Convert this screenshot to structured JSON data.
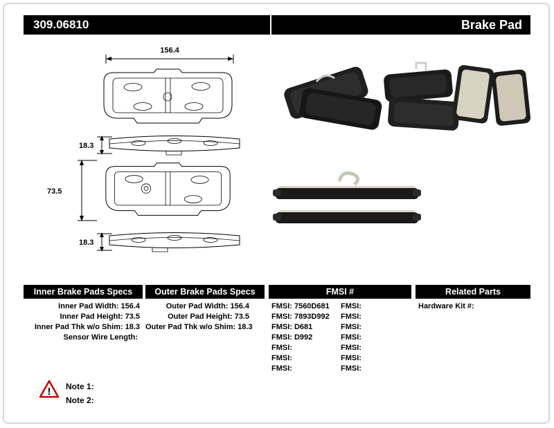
{
  "header": {
    "part_number": "309.06810",
    "product_name": "Brake Pad"
  },
  "colors": {
    "header_bg": "#000000",
    "header_text": "#ffffff",
    "warning_red": "#cc0000"
  },
  "dimensions": {
    "pad_width": "156.4",
    "pad_thickness_top": "18.3",
    "pad_height": "73.5",
    "pad_thickness_bottom": "18.3"
  },
  "specs": {
    "inner": {
      "title": "Inner Brake Pads Specs",
      "rows": [
        {
          "label": "Inner Pad Width:",
          "value": "156.4"
        },
        {
          "label": "Inner Pad Height:",
          "value": "73.5"
        },
        {
          "label": "Inner Pad Thk w/o Shim:",
          "value": "18.3"
        },
        {
          "label": "Sensor Wire Length:",
          "value": ""
        }
      ]
    },
    "outer": {
      "title": "Outer Brake Pads Specs",
      "rows": [
        {
          "label": "Outer Pad Width:",
          "value": "156.4"
        },
        {
          "label": "Outer Pad Height:",
          "value": "73.5"
        },
        {
          "label": "Outer Pad Thk w/o Shim:",
          "value": "18.3"
        }
      ]
    },
    "fmsi": {
      "title": "FMSI #",
      "rows": [
        {
          "label_left": "FMSI:",
          "value_left": "7560D681",
          "label_right": "FMSI:",
          "value_right": ""
        },
        {
          "label_left": "FMSI:",
          "value_left": "7893D992",
          "label_right": "FMSI:",
          "value_right": ""
        },
        {
          "label_left": "FMSI:",
          "value_left": "D681",
          "label_right": "FMSI:",
          "value_right": ""
        },
        {
          "label_left": "FMSI:",
          "value_left": "D992",
          "label_right": "FMSI:",
          "value_right": ""
        },
        {
          "label_left": "FMSI:",
          "value_left": "",
          "label_right": "FMSI:",
          "value_right": ""
        },
        {
          "label_left": "FMSI:",
          "value_left": "",
          "label_right": "FMSI:",
          "value_right": ""
        },
        {
          "label_left": "FMSI:",
          "value_left": "",
          "label_right": "FMSI:",
          "value_right": ""
        }
      ]
    },
    "related": {
      "title": "Related Parts",
      "rows": [
        {
          "label": "Hardware Kit #:",
          "value": ""
        }
      ]
    }
  },
  "notes": {
    "note1": "Note 1:",
    "note2": "Note 2:"
  }
}
